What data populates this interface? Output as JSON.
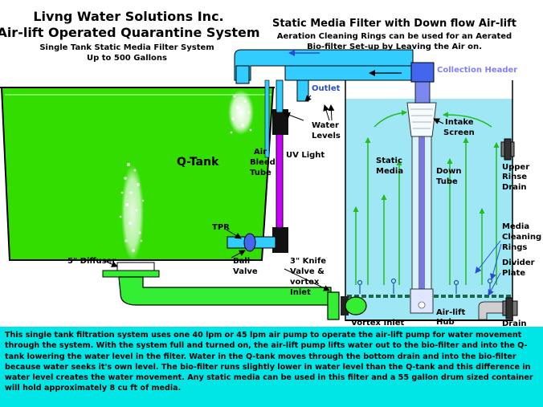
{
  "header": {
    "company": "Livng Water Solutions Inc.",
    "system_title": "Air-lift Operated Quarantine System",
    "subtitle": "Single Tank Static Media Filter System",
    "capacity": "Up to 500 Gallons"
  },
  "filter_header": {
    "title": "Static Media Filter with Down flow Air-lift",
    "line1": "Aeration Cleaning Rings can be used for an Aerated",
    "line2": "Bio-filter Set-up by Leaving the Air on."
  },
  "labels": {
    "collection_header": "Collection Header",
    "outlet": "Outlet",
    "water_levels_1": "Water",
    "water_levels_2": "Levels",
    "intake_screen_1": "Intake",
    "intake_screen_2": "Screen",
    "static_media_1": "Static",
    "static_media_2": "Media",
    "down_tube_1": "Down",
    "down_tube_2": "Tube",
    "upper_rinse_1": "Upper",
    "upper_rinse_2": "Rinse",
    "upper_rinse_3": "Drain",
    "q_tank": "Q-Tank",
    "air_bleed_1": "Air",
    "air_bleed_2": "Bleed",
    "air_bleed_3": "Tube",
    "uv_light": "UV Light",
    "tpr": "TPR",
    "diffuser": "5\" Diffuser",
    "ball_valve_1": "Ball",
    "ball_valve_2": "Valve",
    "knife_valve_1": "3\" Knife",
    "knife_valve_2": "Valve &",
    "knife_valve_3": "vortex",
    "knife_valve_4": "Inlet",
    "media_rings_1": "Media",
    "media_rings_2": "Cleaning",
    "media_rings_3": "Rings",
    "divider_1": "Divider",
    "divider_2": "Plate",
    "vortex_inlet": "Vortex Inlet",
    "airlift_hub_1": "Air-lift",
    "airlift_hub_2": "Hub",
    "drain": "Drain"
  },
  "description": "This single tank filtration system uses one 40 lpm or 45 lpm air pump to operate the air-lift pump for water movement through the system. With the system full and turned on, the air-lift pump lifts water out to the bio-filter and into the Q-tank lowering the water level in the filter. Water in the Q-tank moves through the bottom drain and into the bio-filter because water seeks it's own level. The bio-filter runs slightly lower in water level than the Q-tank and this difference in water level creates the water movement. Any static media can be used in this filter and a 55 gallon drum sized container will hold approximately 8 cu ft of media.",
  "colors": {
    "qtank_water": "#33dd00",
    "filter_water": "#9fe7f5",
    "pipe_blue": "#33ccff",
    "pipe_green": "#33ee33",
    "uv_purple": "#cc00ff",
    "collection_header_text": "#8080ff",
    "description_bg": "#00e6e6"
  }
}
